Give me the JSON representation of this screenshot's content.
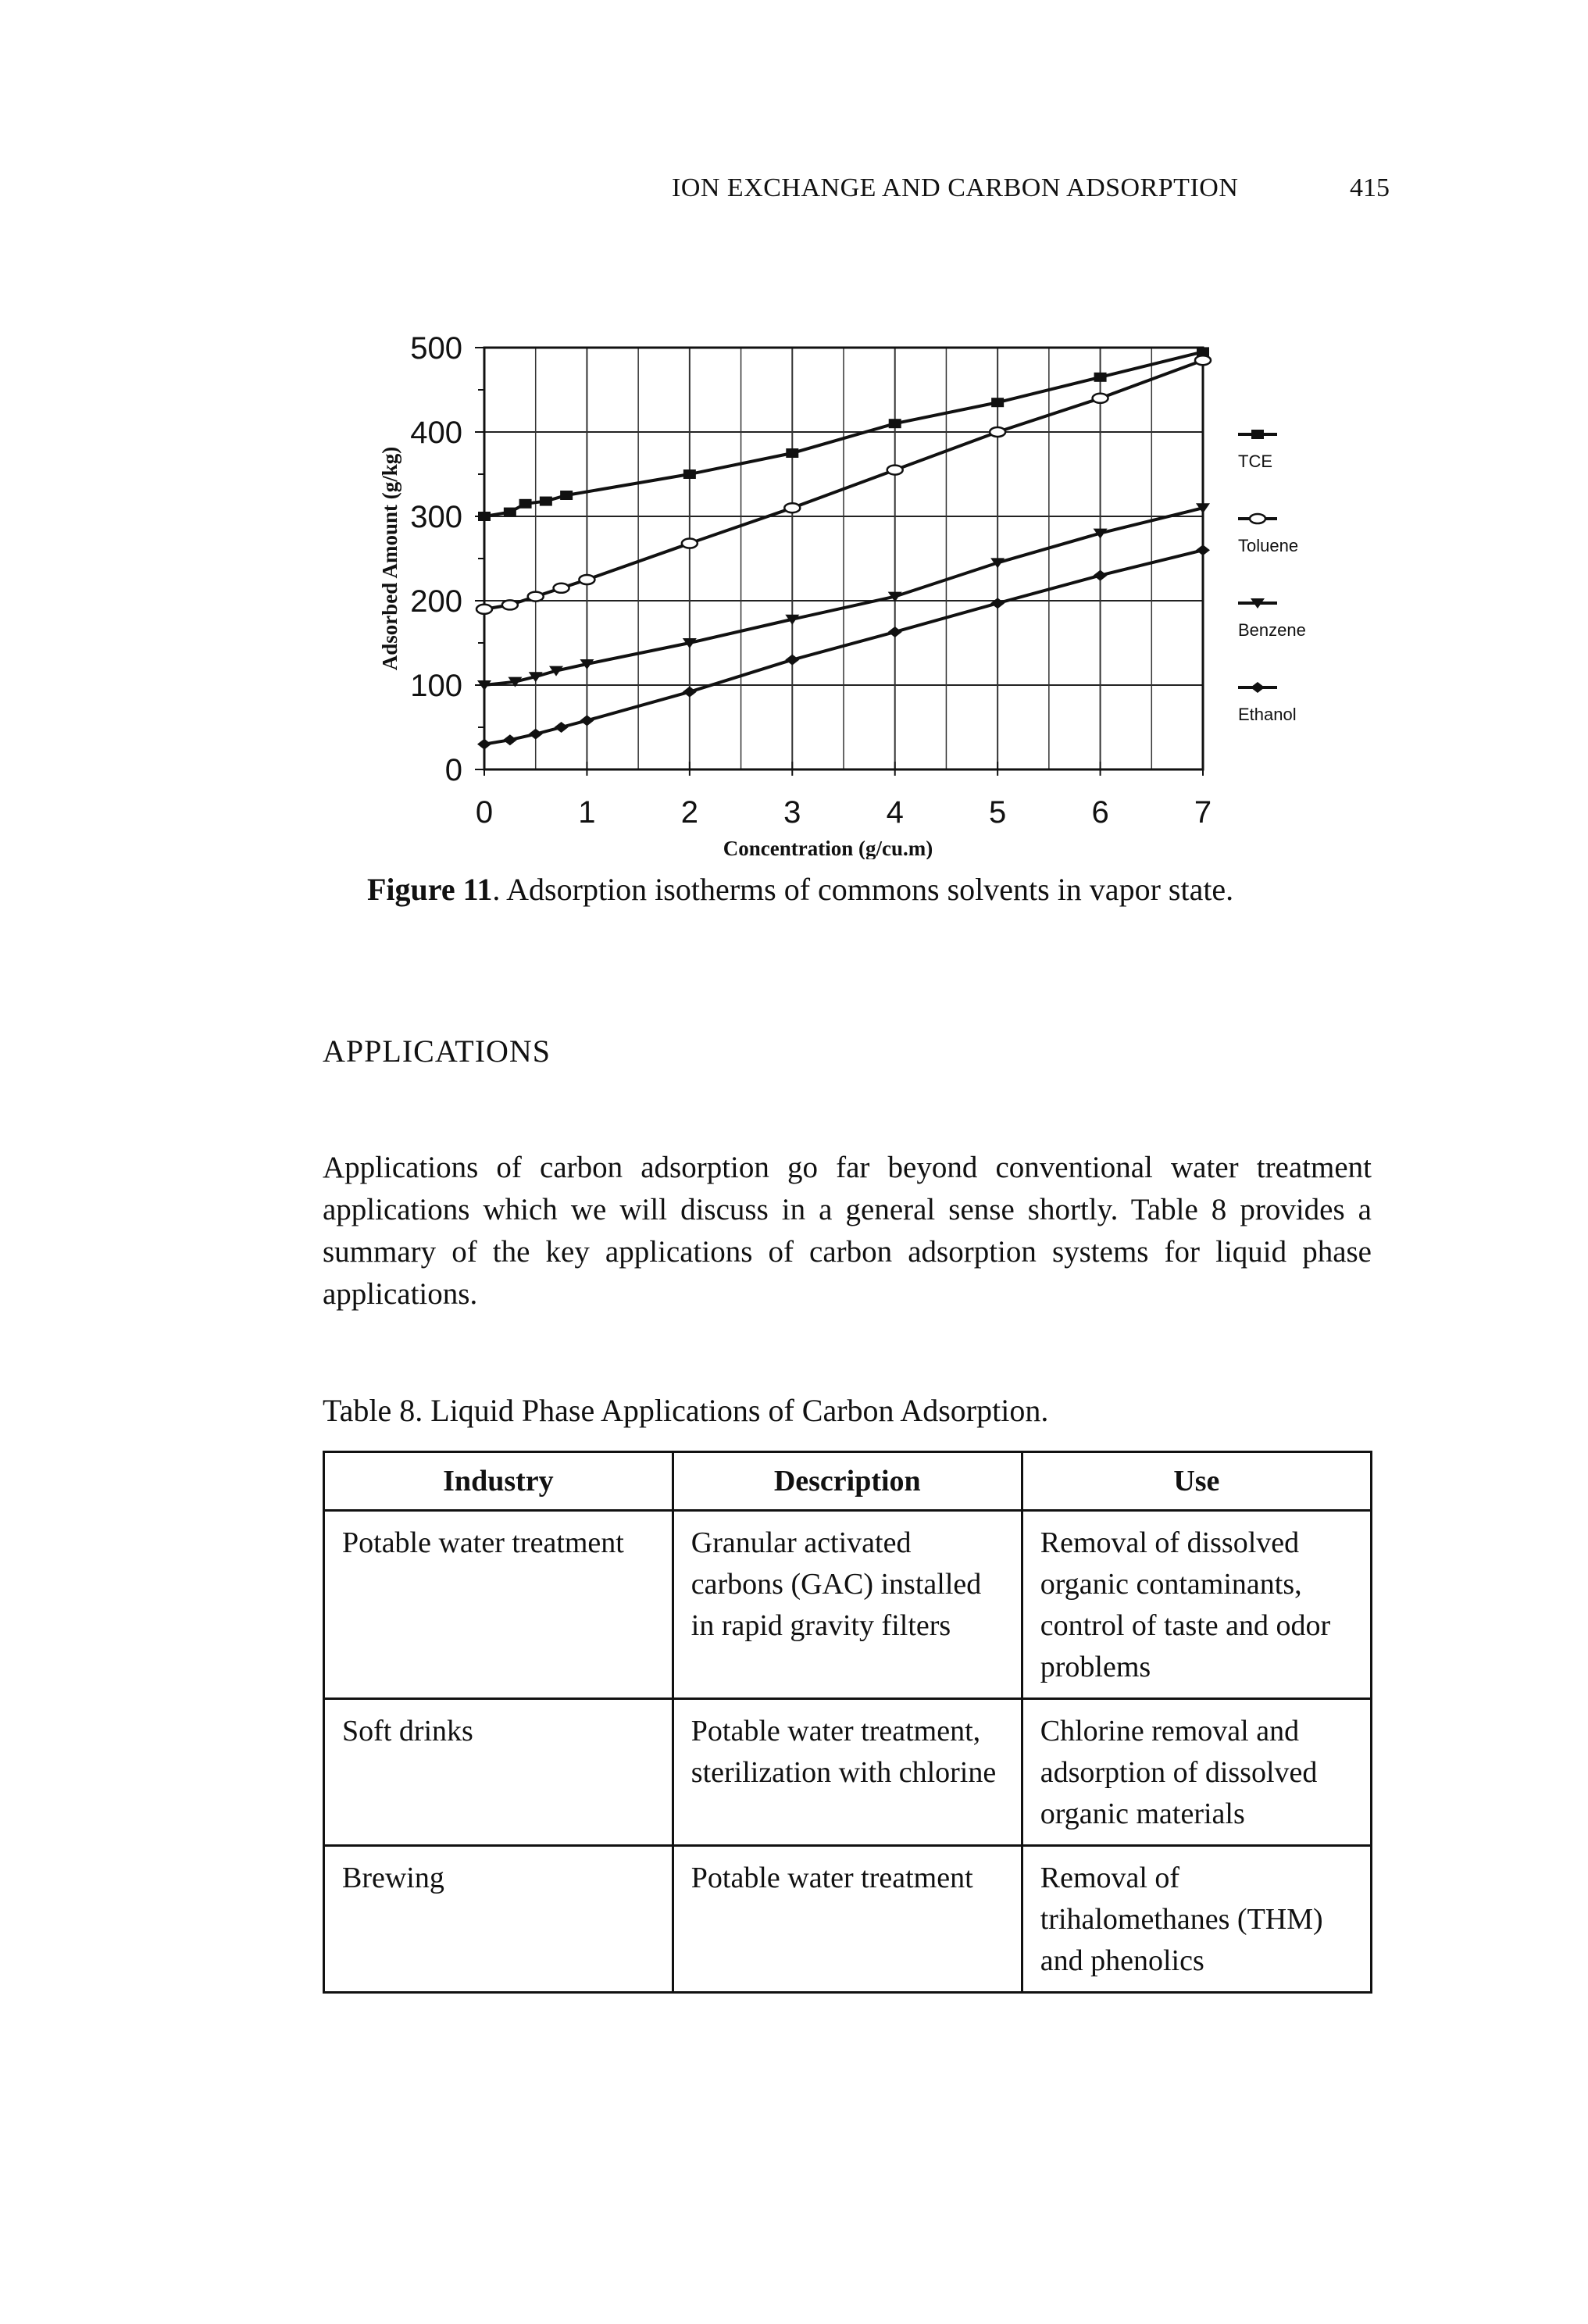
{
  "header": {
    "running_title": "ION EXCHANGE AND CARBON ADSORPTION",
    "page_number": "415"
  },
  "figure": {
    "label": "Figure 11",
    "caption": ". Adsorption isotherms of commons solvents in vapor state."
  },
  "chart_data": {
    "type": "line",
    "title": "",
    "xlabel": "Concentration (g/cu.m)",
    "ylabel": "Adsorbed Amount (g/kg)",
    "xlim": [
      0,
      7
    ],
    "ylim": [
      0,
      500
    ],
    "x_ticks": [
      "0",
      "1",
      "2",
      "3",
      "4",
      "5",
      "6",
      "7"
    ],
    "y_ticks": [
      "0",
      "100",
      "200",
      "300",
      "400",
      "500"
    ],
    "grid": true,
    "legend_position": "right",
    "series": [
      {
        "name": "TCE",
        "color": "#111111",
        "marker": "square",
        "points": [
          [
            0,
            300
          ],
          [
            0.25,
            305
          ],
          [
            0.4,
            315
          ],
          [
            0.6,
            318
          ],
          [
            0.8,
            325
          ],
          [
            2,
            350
          ],
          [
            3,
            375
          ],
          [
            4,
            410
          ],
          [
            5,
            435
          ],
          [
            6,
            465
          ],
          [
            7,
            495
          ]
        ]
      },
      {
        "name": "Toluene",
        "color": "#111111",
        "marker": "open-circle",
        "points": [
          [
            0,
            190
          ],
          [
            0.25,
            195
          ],
          [
            0.5,
            205
          ],
          [
            0.75,
            215
          ],
          [
            1,
            225
          ],
          [
            2,
            268
          ],
          [
            3,
            310
          ],
          [
            4,
            355
          ],
          [
            5,
            400
          ],
          [
            6,
            440
          ],
          [
            7,
            485
          ]
        ]
      },
      {
        "name": "Benzene",
        "color": "#111111",
        "marker": "triangle-down",
        "points": [
          [
            0,
            100
          ],
          [
            0.3,
            104
          ],
          [
            0.5,
            110
          ],
          [
            0.7,
            117
          ],
          [
            1,
            125
          ],
          [
            2,
            150
          ],
          [
            3,
            178
          ],
          [
            4,
            205
          ],
          [
            5,
            245
          ],
          [
            6,
            280
          ],
          [
            7,
            310
          ]
        ]
      },
      {
        "name": "Ethanol",
        "color": "#111111",
        "marker": "diamond",
        "points": [
          [
            0,
            30
          ],
          [
            0.25,
            35
          ],
          [
            0.5,
            42
          ],
          [
            0.75,
            50
          ],
          [
            1,
            58
          ],
          [
            2,
            92
          ],
          [
            3,
            130
          ],
          [
            4,
            163
          ],
          [
            5,
            197
          ],
          [
            6,
            230
          ],
          [
            7,
            260
          ]
        ]
      }
    ]
  },
  "section": {
    "heading": "APPLICATIONS",
    "paragraph": "Applications of carbon adsorption go far beyond conventional water treatment applications which we will discuss in a general sense shortly. Table 8 provides a summary of the key applications of carbon adsorption systems for liquid phase applications."
  },
  "table": {
    "caption": "Table 8. Liquid Phase Applications of Carbon Adsorption.",
    "headers": [
      "Industry",
      "Description",
      "Use"
    ],
    "rows": [
      [
        "Potable water treatment",
        "Granular activated carbons (GAC) installed in rapid gravity filters",
        "Removal of dissolved organic contaminants, control of taste and odor problems"
      ],
      [
        "Soft drinks",
        "Potable water treatment, sterilization with chlorine",
        "Chlorine removal and adsorption of dissolved organic materials"
      ],
      [
        "Brewing",
        "Potable water treatment",
        "Removal of trihalomethanes (THM) and phenolics"
      ]
    ]
  }
}
